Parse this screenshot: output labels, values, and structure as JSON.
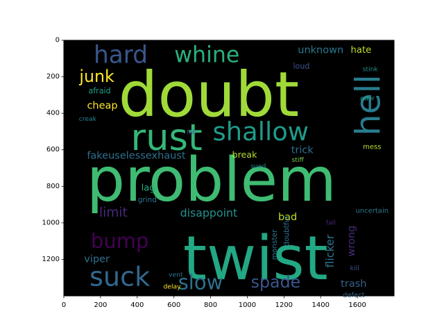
{
  "chart_data": {
    "type": "image",
    "subtype": "word-cloud",
    "title": "",
    "xlabel": "",
    "ylabel": "",
    "xlim": [
      0,
      1800
    ],
    "ylim": [
      1400,
      0
    ],
    "background": "#000000",
    "colormap": "viridis",
    "xticks": [
      "0",
      "200",
      "400",
      "600",
      "800",
      "1000",
      "1200",
      "1400",
      "1600"
    ],
    "yticks": [
      "0",
      "200",
      "400",
      "600",
      "800",
      "1000",
      "1200"
    ],
    "words": [
      {
        "text": "doubt",
        "x": 790,
        "y": 300,
        "size": 340,
        "color": "#a0da39"
      },
      {
        "text": "problem",
        "x": 805,
        "y": 765,
        "size": 330,
        "color": "#3fbc73"
      },
      {
        "text": "twist",
        "x": 1045,
        "y": 1195,
        "size": 330,
        "color": "#22a884"
      },
      {
        "text": "rust",
        "x": 560,
        "y": 535,
        "size": 200,
        "color": "#35b779"
      },
      {
        "text": "hell",
        "x": 1660,
        "y": 355,
        "size": 185,
        "color": "#287c8e",
        "rotate": true
      },
      {
        "text": "shallow",
        "x": 1073,
        "y": 500,
        "size": 140,
        "color": "#1e9b8a"
      },
      {
        "text": "hard",
        "x": 310,
        "y": 82,
        "size": 130,
        "color": "#39568c"
      },
      {
        "text": "whine",
        "x": 780,
        "y": 82,
        "size": 120,
        "color": "#2ab07f"
      },
      {
        "text": "suck",
        "x": 305,
        "y": 1300,
        "size": 145,
        "color": "#31688e"
      },
      {
        "text": "slow",
        "x": 745,
        "y": 1325,
        "size": 110,
        "color": "#2d708e"
      },
      {
        "text": "bump",
        "x": 305,
        "y": 1100,
        "size": 110,
        "color": "#440154"
      },
      {
        "text": "junk",
        "x": 180,
        "y": 197,
        "size": 90,
        "color": "#fde725"
      },
      {
        "text": "spade",
        "x": 1155,
        "y": 1323,
        "size": 90,
        "color": "#39568c"
      },
      {
        "text": "limit",
        "x": 270,
        "y": 945,
        "size": 70,
        "color": "#482878"
      },
      {
        "text": "disappoint",
        "x": 790,
        "y": 945,
        "size": 60,
        "color": "#21918c"
      },
      {
        "text": "cheap",
        "x": 210,
        "y": 360,
        "size": 55,
        "color": "#fde725"
      },
      {
        "text": "trick",
        "x": 1300,
        "y": 603,
        "size": 55,
        "color": "#2c728e"
      },
      {
        "text": "viper",
        "x": 180,
        "y": 1200,
        "size": 55,
        "color": "#2c728e"
      },
      {
        "text": "bad",
        "x": 1220,
        "y": 970,
        "size": 55,
        "color": "#c2df23"
      },
      {
        "text": "flicker",
        "x": 1450,
        "y": 1155,
        "size": 60,
        "color": "#2c728e",
        "rotate": true
      },
      {
        "text": "wrong",
        "x": 1570,
        "y": 1100,
        "size": 55,
        "color": "#472c7a",
        "rotate": true
      },
      {
        "text": "trash",
        "x": 1580,
        "y": 1335,
        "size": 55,
        "color": "#35608d"
      },
      {
        "text": "unknown",
        "x": 1400,
        "y": 55,
        "size": 55,
        "color": "#2a788e"
      },
      {
        "text": "hate",
        "x": 1620,
        "y": 55,
        "size": 50,
        "color": "#bddf26"
      },
      {
        "text": "fakeuselessexhaust",
        "x": 395,
        "y": 633,
        "size": 55,
        "color": "#2d708e"
      },
      {
        "text": "break",
        "x": 985,
        "y": 625,
        "size": 48,
        "color": "#b5de2b"
      },
      {
        "text": "lag",
        "x": 460,
        "y": 810,
        "size": 50,
        "color": "#26ad81"
      },
      {
        "text": "loud",
        "x": 1295,
        "y": 142,
        "size": 42,
        "color": "#3b528b"
      },
      {
        "text": "afraid",
        "x": 195,
        "y": 278,
        "size": 42,
        "color": "#20a386"
      },
      {
        "text": "creak",
        "x": 130,
        "y": 432,
        "size": 35,
        "color": "#25838e"
      },
      {
        "text": "grind",
        "x": 455,
        "y": 875,
        "size": 40,
        "color": "#2a788e"
      },
      {
        "text": "sued",
        "x": 1060,
        "y": 690,
        "size": 35,
        "color": "#25838e"
      },
      {
        "text": "stiff",
        "x": 1275,
        "y": 657,
        "size": 35,
        "color": "#7ad151"
      },
      {
        "text": "mess",
        "x": 1680,
        "y": 585,
        "size": 38,
        "color": "#b5de2b"
      },
      {
        "text": "stink",
        "x": 1670,
        "y": 160,
        "size": 35,
        "color": "#21918c"
      },
      {
        "text": "odor",
        "x": 1655,
        "y": 320,
        "size": 35,
        "color": "#20a486"
      },
      {
        "text": "fall",
        "x": 695,
        "y": 505,
        "size": 32,
        "color": "#3e4989"
      },
      {
        "text": "fall",
        "x": 1455,
        "y": 1000,
        "size": 35,
        "color": "#482878"
      },
      {
        "text": "uncertain",
        "x": 1680,
        "y": 935,
        "size": 38,
        "color": "#2a788e"
      },
      {
        "text": "monster",
        "x": 1150,
        "y": 1120,
        "size": 40,
        "color": "#2a788e",
        "rotate": true
      },
      {
        "text": "doubtful",
        "x": 1215,
        "y": 1045,
        "size": 40,
        "color": "#2d708e",
        "rotate": true
      },
      {
        "text": "vent",
        "x": 610,
        "y": 1285,
        "size": 35,
        "color": "#2a788e"
      },
      {
        "text": "delay",
        "x": 590,
        "y": 1350,
        "size": 35,
        "color": "#fde725"
      },
      {
        "text": "kill",
        "x": 1585,
        "y": 1250,
        "size": 35,
        "color": "#3b528b"
      },
      {
        "text": "defect",
        "x": 1580,
        "y": 1398,
        "size": 38,
        "color": "#31688e"
      }
    ]
  }
}
